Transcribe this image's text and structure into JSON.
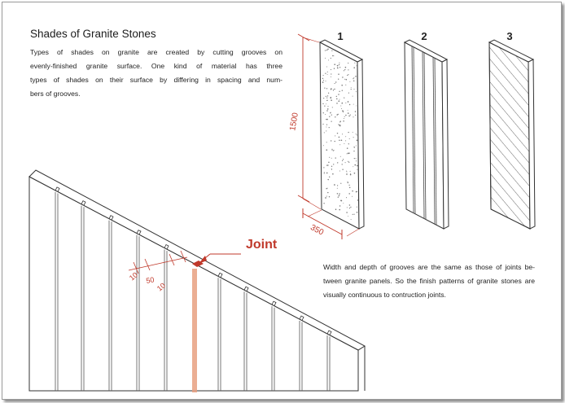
{
  "title": "Shades of Granite Stones",
  "intro_lines": [
    "Types of shades on granite are created by cutting grooves on",
    "evenly-finished granite surface. One kind of material has three",
    "types of shades on their surface by differing in spacing and num-",
    "bers of grooves."
  ],
  "note_lines": [
    "Width and depth of grooves are the same as those of joints be-",
    "tween granite panels. So the finish patterns of granite stones are",
    "visually continuous to contruction joints."
  ],
  "panels": [
    {
      "number": "1",
      "finish": "dotted"
    },
    {
      "number": "2",
      "finish": "vertical grooves"
    },
    {
      "number": "3",
      "finish": "diagonal grooves"
    }
  ],
  "dimensions": {
    "height": "1500",
    "width": "350"
  },
  "callout": {
    "label": "Joint"
  },
  "groove_dims": [
    "10",
    "50",
    "10"
  ],
  "colors": {
    "accent": "#c0392b",
    "joint": "#e8a080",
    "line": "#333333"
  }
}
